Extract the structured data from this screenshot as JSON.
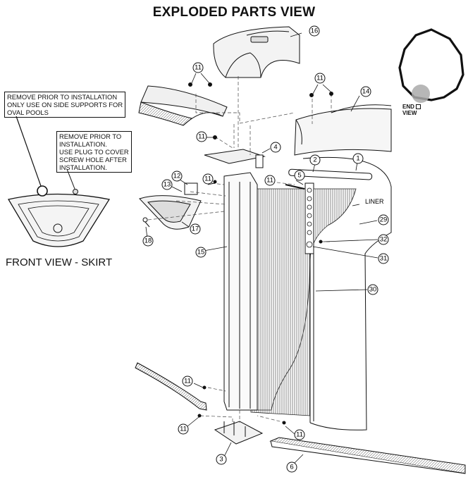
{
  "title": "EXPLODED PARTS VIEW",
  "notes": {
    "oval": [
      "REMOVE PRIOR TO INSTALLATION",
      "ONLY USE ON SIDE SUPPORTS FOR",
      "OVAL POOLS"
    ],
    "plug": [
      "REMOVE PRIOR TO",
      "INSTALLATION.",
      "USE PLUG TO COVER",
      "SCREW HOLE AFTER",
      "INSTALLATION."
    ]
  },
  "front_view_label": "FRONT VIEW - SKIRT",
  "end_view_label": [
    "END",
    "VIEW"
  ],
  "liner_label": "LINER",
  "callouts": [
    "16",
    "11",
    "11",
    "14",
    "11",
    "4",
    "2",
    "1",
    "12",
    "11",
    "11",
    "5",
    "13",
    "29",
    "17",
    "18",
    "32",
    "15",
    "31",
    "30",
    "11",
    "11",
    "11",
    "3",
    "6"
  ]
}
